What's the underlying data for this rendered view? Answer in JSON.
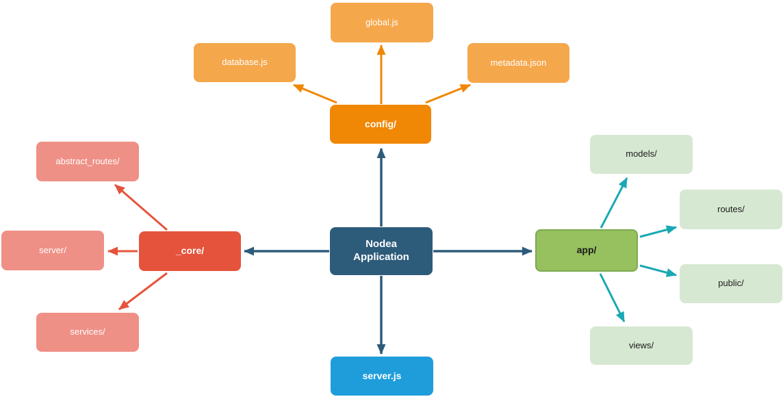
{
  "diagram": {
    "type": "application-structure-diagram",
    "background": "#ffffff",
    "nodes": {
      "center": {
        "label": "Nodea Application",
        "role": "root"
      },
      "config": {
        "label": "config/",
        "role": "branch"
      },
      "global_js": {
        "label": "global.js",
        "role": "leaf",
        "parent": "config"
      },
      "database_js": {
        "label": "database.js",
        "role": "leaf",
        "parent": "config"
      },
      "metadata_json": {
        "label": "metadata.json",
        "role": "leaf",
        "parent": "config"
      },
      "core": {
        "label": "_core/",
        "role": "branch"
      },
      "abstract_routes": {
        "label": "abstract_routes/",
        "role": "leaf",
        "parent": "core"
      },
      "server_dir": {
        "label": "server/",
        "role": "leaf",
        "parent": "core"
      },
      "services": {
        "label": "services/",
        "role": "leaf",
        "parent": "core"
      },
      "app": {
        "label": "app/",
        "role": "branch"
      },
      "models": {
        "label": "models/",
        "role": "leaf",
        "parent": "app"
      },
      "routes": {
        "label": "routes/",
        "role": "leaf",
        "parent": "app"
      },
      "public": {
        "label": "public/",
        "role": "leaf",
        "parent": "app"
      },
      "views": {
        "label": "views/",
        "role": "leaf",
        "parent": "app"
      },
      "server_js": {
        "label": "server.js",
        "role": "branch"
      }
    },
    "edges": [
      {
        "from": "center",
        "to": "config",
        "color": "navy"
      },
      {
        "from": "center",
        "to": "core",
        "color": "navy"
      },
      {
        "from": "center",
        "to": "app",
        "color": "navy"
      },
      {
        "from": "center",
        "to": "server_js",
        "color": "navy"
      },
      {
        "from": "config",
        "to": "global_js",
        "color": "orange"
      },
      {
        "from": "config",
        "to": "database_js",
        "color": "orange"
      },
      {
        "from": "config",
        "to": "metadata_json",
        "color": "orange"
      },
      {
        "from": "core",
        "to": "abstract_routes",
        "color": "red"
      },
      {
        "from": "core",
        "to": "server_dir",
        "color": "red"
      },
      {
        "from": "core",
        "to": "services",
        "color": "red"
      },
      {
        "from": "app",
        "to": "models",
        "color": "teal"
      },
      {
        "from": "app",
        "to": "routes",
        "color": "teal"
      },
      {
        "from": "app",
        "to": "public",
        "color": "teal"
      },
      {
        "from": "app",
        "to": "views",
        "color": "teal"
      }
    ],
    "colors": {
      "center_fill": "#2d5b7a",
      "config_fill": "#f08705",
      "config_child_fill": "#f5a74c",
      "core_fill": "#e5533c",
      "core_child_fill": "#ef9086",
      "app_fill": "#97c15f",
      "app_border": "#7ea952",
      "app_child_fill": "#d7e8d2",
      "server_js_fill": "#1f9ddb",
      "arrow_navy": "#2d5b7a",
      "arrow_orange": "#f08705",
      "arrow_red": "#e5533c",
      "arrow_teal": "#1aa8b4",
      "text_on_dark": "#ffffff",
      "text_on_light": "#1a1a1a"
    }
  }
}
